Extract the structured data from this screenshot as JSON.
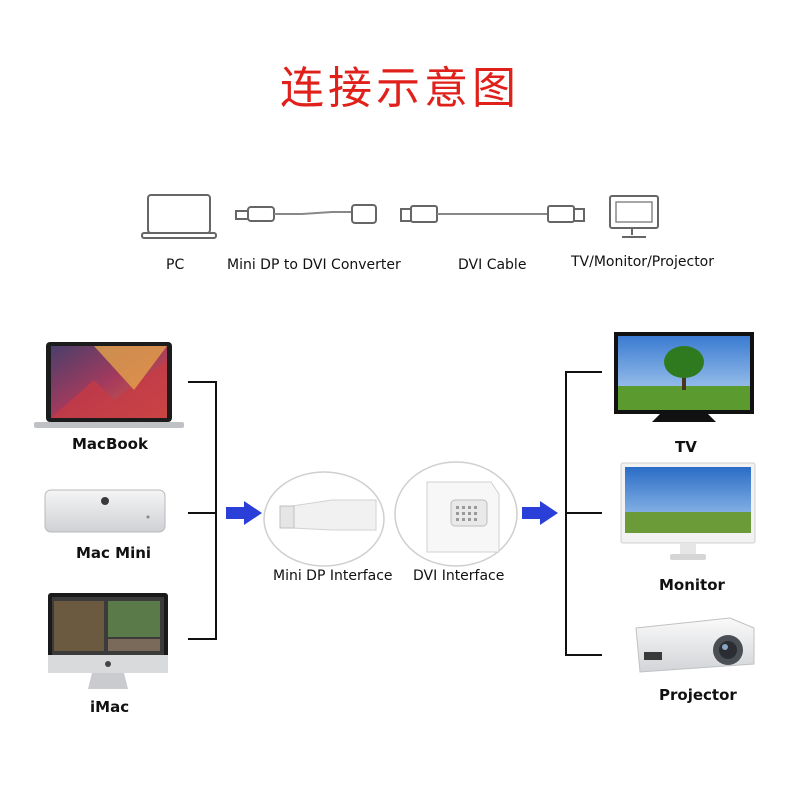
{
  "title": "连接示意图",
  "top_row": {
    "pc": "PC",
    "converter": "Mini DP to DVI Converter",
    "dvi_cable": "DVI Cable",
    "display": "TV/Monitor/Projector"
  },
  "sources": {
    "macbook": "MacBook",
    "mac_mini": "Mac Mini",
    "imac": "iMac"
  },
  "interfaces": {
    "mini_dp": "Mini DP Interface",
    "dvi": "DVI Interface"
  },
  "outputs": {
    "tv": "TV",
    "monitor": "Monitor",
    "projector": "Projector"
  },
  "colors": {
    "title": "#e0211b",
    "arrow": "#2a3fd8",
    "line": "#111111"
  }
}
